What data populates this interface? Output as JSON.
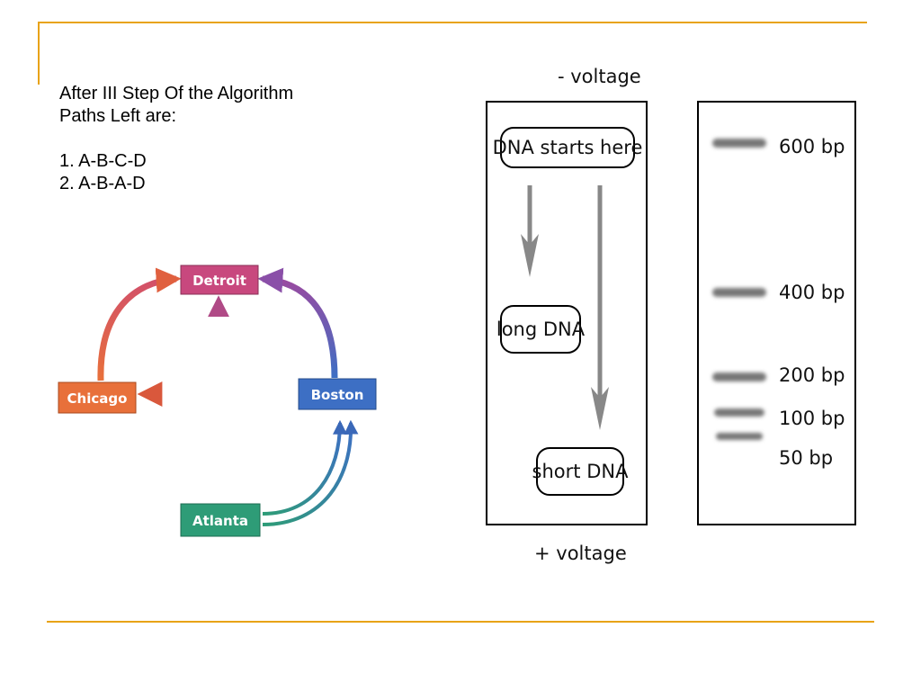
{
  "slide": {
    "text_lines": [
      "After III Step Of the Algorithm",
      "Paths Left are:",
      "1. A-B-C-D",
      "2. A-B-A-D"
    ],
    "accent_color": "#E8A317"
  },
  "city_graph": {
    "nodes": {
      "detroit": "Detroit",
      "chicago": "Chicago",
      "boston": "Boston",
      "atlanta": "Atlanta"
    },
    "colors": {
      "detroit": "#C8487E",
      "chicago": "#E8703A",
      "boston": "#3D6FC4",
      "atlanta": "#2E9C77"
    }
  },
  "gel_diagram": {
    "top_label": "- voltage",
    "bottom_label": "+ voltage",
    "start_label": "DNA starts here",
    "long_label": "long DNA",
    "short_label": "short DNA",
    "ladder": [
      {
        "label": "600 bp",
        "bp": 600
      },
      {
        "label": "400 bp",
        "bp": 400
      },
      {
        "label": "200 bp",
        "bp": 200
      },
      {
        "label": "100 bp",
        "bp": 100
      },
      {
        "label": "50 bp",
        "bp": 50
      }
    ]
  }
}
